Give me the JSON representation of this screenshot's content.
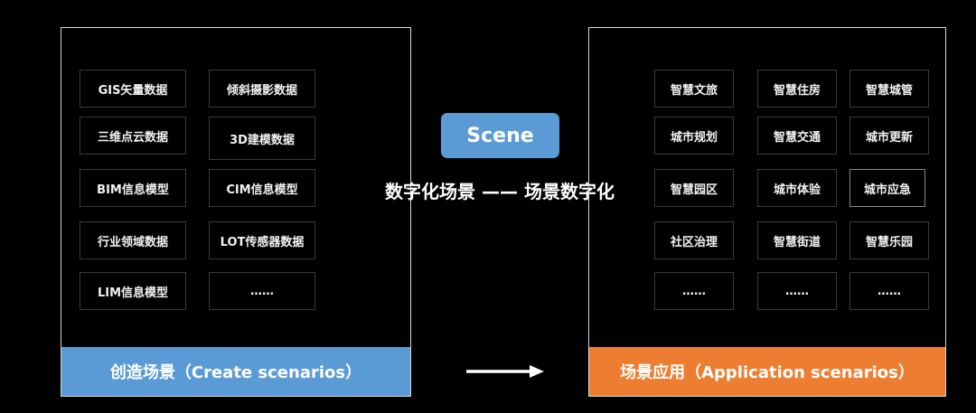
{
  "left": {
    "items": [
      "GIS矢量数据",
      "倾斜摄影数据",
      "三维点云数据",
      "3D建模数据",
      "BIM信息模型",
      "CIM信息模型",
      "行业领域数据",
      "LOT传感器数据",
      "LIM信息模型",
      "……"
    ],
    "footer": "创造场景（Create scenarios）"
  },
  "center": {
    "button": "Scene",
    "slogan": "数字化场景 —— 场景数字化"
  },
  "right": {
    "items": [
      "智慧文旅",
      "智慧住房",
      "智慧城管",
      "城市规划",
      "智慧交通",
      "城市更新",
      "智慧园区",
      "城市体验",
      "城市应急",
      "社区治理",
      "智慧街道",
      "智慧乐园",
      "……",
      "……",
      "……"
    ],
    "footer": "场景应用（Application scenarios）"
  },
  "colors": {
    "blue": "#5b9bd5",
    "orange": "#ed7d31",
    "background": "#000000"
  }
}
